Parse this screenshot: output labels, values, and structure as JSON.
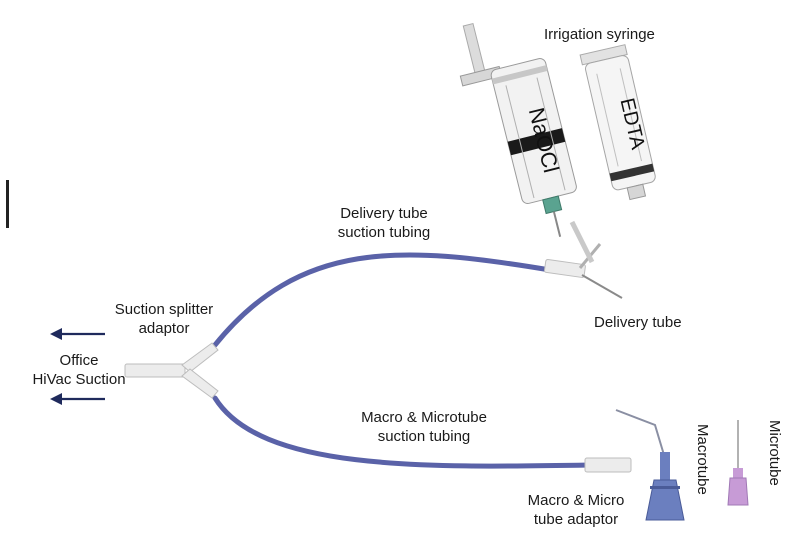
{
  "labels": {
    "irrigation_syringe": "Irrigation syringe",
    "naocl": "NaOCl",
    "edta": "EDTA",
    "delivery_tube_suction_tubing_1": "Delivery tube",
    "delivery_tube_suction_tubing_2": "suction tubing",
    "suction_splitter_1": "Suction splitter",
    "suction_splitter_2": "adaptor",
    "delivery_tube": "Delivery tube",
    "office_hivac_1": "Office",
    "office_hivac_2": "HiVac Suction",
    "macro_micro_tubing_1": "Macro & Microtube",
    "macro_micro_tubing_2": "suction tubing",
    "macro_micro_adaptor_1": "Macro & Micro",
    "macro_micro_adaptor_2": "tube adaptor",
    "macrotube": "Macrotube",
    "microtube": "Microtube"
  },
  "colors": {
    "tubing": "#5a62a8",
    "arrow": "#1f2a5c",
    "macrotube": "#6b7fbf",
    "microtube": "#c79bd6",
    "connector": "#e8e8e8"
  }
}
